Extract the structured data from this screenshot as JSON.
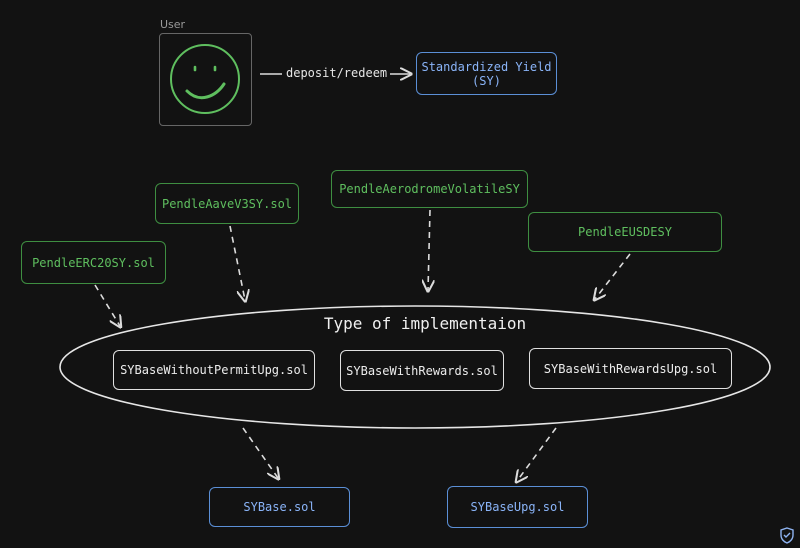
{
  "user": {
    "label": "User"
  },
  "sy_link": {
    "label": "deposit/redeem"
  },
  "sy": {
    "line1": "Standardized Yield",
    "line2": "(SY)"
  },
  "implementations": [
    "PendleAaveV3SY.sol",
    "PendleAerodromeVolatileSY",
    "PendleEUSDESY",
    "PendleERC20SY.sol"
  ],
  "types": {
    "title": "Type of implementaion",
    "items": [
      "SYBaseWithoutPermitUpg.sol",
      "SYBaseWithRewards.sol",
      "SYBaseWithRewardsUpg.sol"
    ]
  },
  "bases": [
    "SYBase.sol",
    "SYBaseUpg.sol"
  ],
  "colors": {
    "green": "#3e8e41",
    "blue": "#5b8fd6",
    "white": "#e0e0e0",
    "bg": "#121212"
  }
}
